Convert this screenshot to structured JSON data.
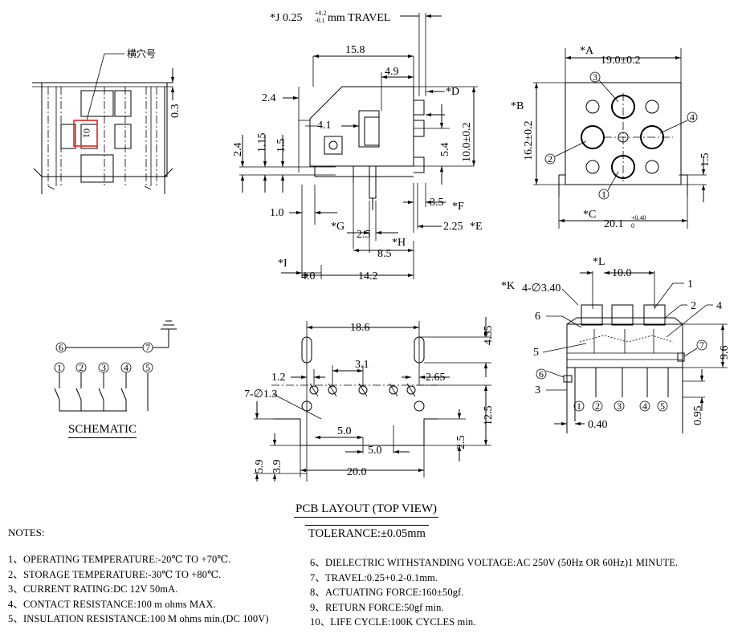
{
  "labels": {
    "travel_prefix": "*J  0.25",
    "travel_tol_up": "+0.2",
    "travel_tol_dn": "-0.1",
    "travel_suffix": "mm  TRAVEL",
    "side_callout": "横穴号",
    "marking": "01",
    "schematic": "SCHEMATIC",
    "pcb_layout": "PCB LAYOUT (TOP VIEW)",
    "tolerance": "TOLERANCE:±0.05mm",
    "notes_title": "NOTES:"
  },
  "dims_side": {
    "d_0_3": "0.3"
  },
  "dims_front": {
    "w_15_8": "15.8",
    "w_4_9": "4.9",
    "d_2_4": "2.4",
    "star_d": "*D",
    "d_4_1": "4.1",
    "d_2_4b": "2.4",
    "d_1_15": "1.15",
    "d_1_5": "1.5",
    "d_5_4": "5.4",
    "d_10": "10.0±0.2",
    "d_1_0": "1.0",
    "d_3_5": "3.5",
    "star_f": "*F",
    "star_g": "*G",
    "d_2_5": "2.5",
    "d_2_25": "2.25",
    "star_e": "*E",
    "star_h": "*H",
    "d_8_5": "8.5",
    "star_i": "*I",
    "d_4_0": "4.0",
    "d_14_2": "14.2"
  },
  "dims_top": {
    "star_a": "*A",
    "w_19": "19.0±0.2",
    "star_b": "*B",
    "h_16_2": "16.2±0.2",
    "d_1_5": "1.5",
    "star_c": "*C",
    "w_20_1": "20.1",
    "w_20_1_up": "+0.40",
    "w_20_1_dn": "0",
    "pin1": "1",
    "pin2": "2",
    "pin3": "3",
    "pin4": "4"
  },
  "schematic": {
    "com_a": "6",
    "com_b": "7",
    "pins": [
      "1",
      "2",
      "3",
      "4",
      "5"
    ]
  },
  "dims_pcb": {
    "w_18_6": "18.6",
    "d_4_55": "4.55",
    "d_1_2": "1.2",
    "d_3_1": "3.1",
    "d_2_65": "2.65",
    "holes": "7-∅1.3",
    "d_12_5": "12.5",
    "d_5_0a": "5.0",
    "d_5_0b": "5.0",
    "d_2_5": "2.5",
    "d_5_9": "5.9",
    "d_3_9": "3.9",
    "w_20": "20.0"
  },
  "dims_iso": {
    "star_l": "*L",
    "w_10": "10.0",
    "star_k": "*K",
    "holes": "4-∅3.40",
    "n1": "1",
    "n2": "2",
    "n4": "4",
    "n6": "6",
    "n5": "5",
    "n7": "7",
    "n6b": "6",
    "n3": "3",
    "d_9_6": "9.6",
    "d_0_95": "0.95",
    "d_0_40": "0.40",
    "p1": "1",
    "p2": "2",
    "p3": "3",
    "p4": "4",
    "p5": "5"
  },
  "notes_left": [
    "1、OPERATING TEMPERATURE:-20℃ TO +70℃.",
    "2、STORAGE TEMPERATURE:-30℃ TO +80℃.",
    "3、CURRENT RATING:DC 12V 50mA.",
    "4、CONTACT RESISTANCE:100 m ohms MAX.",
    "5、INSULATION RESISTANCE:100 M ohms min.(DC 100V)"
  ],
  "notes_right": [
    "6、DIELECTRIC WITHSTANDING VOLTAGE:AC 250V (50Hz OR 60Hz)1 MINUTE.",
    "7、TRAVEL:0.25+0.2-0.1mm.",
    "8、ACTUATING FORCE:160±50gf.",
    "9、RETURN FORCE:50gf min.",
    "10、LIFE CYCLE:100K CYCLES min."
  ]
}
